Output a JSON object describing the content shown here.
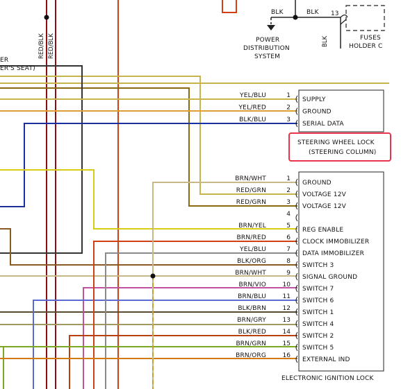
{
  "top": {
    "blk_a": "BLK",
    "blk_b": "BLK",
    "blk_c": "BLK",
    "pin13": "13",
    "fuses_l1": "FUSES",
    "fuses_l2": "HOLDER C",
    "pds_l1": "POWER",
    "pds_l2": "DISTRIBUTION",
    "pds_l3": "SYSTEM",
    "left_l1": "ER",
    "left_l2": "ER'S SEAT)",
    "red_blk_1": "RED/BLK",
    "red_blk_2": "RED/BLK"
  },
  "steering_lock": {
    "title_l1": "STEERING WHEEL LOCK",
    "title_l2": "(STEERING COLUMN)",
    "highlight_color": "#e8334a",
    "pins": [
      {
        "num": "1",
        "wire": "YEL/BLU",
        "func": "SUPPLY",
        "color": "#c8b44a"
      },
      {
        "num": "2",
        "wire": "YEL/RED",
        "func": "GROUND",
        "color": "#e0a030"
      },
      {
        "num": "3",
        "wire": "BLK/BLU",
        "func": "SERIAL DATA",
        "color": "#1a2fa0"
      }
    ]
  },
  "ignition_lock": {
    "title": "ELECTRONIC IGNITION LOCK",
    "pins": [
      {
        "num": "1",
        "wire": "BRN/WHT",
        "func": "GROUND",
        "color": "#c8b888"
      },
      {
        "num": "2",
        "wire": "RED/GRN",
        "func": "VOLTAGE 12V",
        "color": "#c26a1e"
      },
      {
        "num": "3",
        "wire": "RED/GRN",
        "func": "VOLTAGE 12V",
        "color": "#8a6a10"
      },
      {
        "num": "4",
        "wire": "",
        "func": "",
        "color": "#888888"
      },
      {
        "num": "5",
        "wire": "BRN/YEL",
        "func": "REG ENABLE",
        "color": "#d8cc10"
      },
      {
        "num": "6",
        "wire": "BRN/RED",
        "func": "CLOCK IMMOBILIZER",
        "color": "#d04010"
      },
      {
        "num": "7",
        "wire": "YEL/BLU",
        "func": "DATA IMMOBILIZER",
        "color": "#8a8a8a"
      },
      {
        "num": "8",
        "wire": "BLK/ORG",
        "func": "SWITCH 3",
        "color": "#8a5a20"
      },
      {
        "num": "9",
        "wire": "BRN/WHT",
        "func": "SIGNAL GROUND",
        "color": "#c8b888"
      },
      {
        "num": "10",
        "wire": "BRN/VIO",
        "func": "SWITCH 7",
        "color": "#c050a0"
      },
      {
        "num": "11",
        "wire": "BRN/BLU",
        "func": "SWITCH 6",
        "color": "#5a6ad0"
      },
      {
        "num": "12",
        "wire": "BLK/BRN",
        "func": "SWITCH 1",
        "color": "#5a4a30"
      },
      {
        "num": "13",
        "wire": "BRN/GRY",
        "func": "SWITCH 4",
        "color": "#a09a60"
      },
      {
        "num": "14",
        "wire": "BLK/RED",
        "func": "SWITCH 2",
        "color": "#b84010"
      },
      {
        "num": "15",
        "wire": "BRN/GRN",
        "func": "SWITCH 5",
        "color": "#7aa820"
      },
      {
        "num": "16",
        "wire": "BRN/ORG",
        "func": "EXTERNAL IND",
        "color": "#d07a10"
      }
    ]
  }
}
